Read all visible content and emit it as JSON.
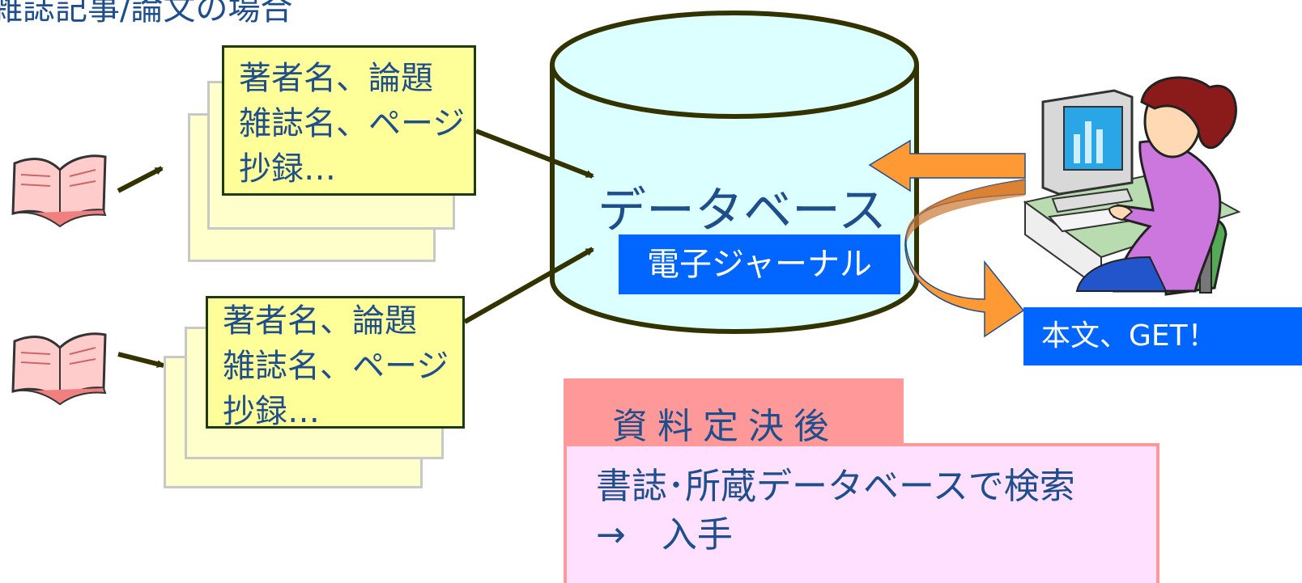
{
  "heading": "雑誌記事/論文の場合",
  "cards": [
    {
      "lines": [
        "著者名、論題",
        "雑誌名、ページ",
        "抄録…"
      ]
    },
    {
      "lines": [
        "著者名、論題",
        "雑誌名、ページ",
        "抄録…"
      ]
    }
  ],
  "database": {
    "label": "データベース",
    "ejournal_label": "電子ジャーナル"
  },
  "fulltext_label": "本文、GET！",
  "after_label": "資料定決後",
  "search_box": {
    "line1": "書誌･所蔵データベースで検索",
    "line2": "→　入手"
  },
  "colors": {
    "text_blue": "#1f4e8c",
    "label_blue": "#0066ff",
    "card_yellow": "#ffff99",
    "db_fill": "#dcffff",
    "db_stroke": "#333300",
    "arrow_orange": "#ff9933",
    "pink": "#ff9999",
    "light_pink": "#ffe0ff"
  },
  "icons": [
    "open-book-icon",
    "open-book-icon",
    "computer-user-icon",
    "u-turn-arrow-icon"
  ]
}
